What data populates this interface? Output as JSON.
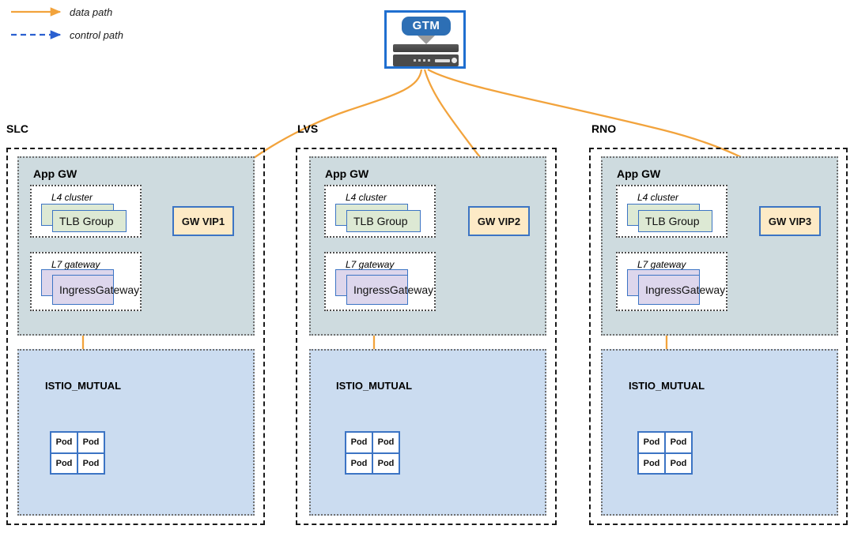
{
  "legend": {
    "items": [
      {
        "label": "data path",
        "style": "solid",
        "color": "#f2a33c",
        "icon": "arrow-right-icon"
      },
      {
        "label": "control path",
        "style": "dashed",
        "color": "#2a5fd0",
        "icon": "arrow-right-icon"
      }
    ]
  },
  "gtm": {
    "label": "GTM",
    "icon": "server-appliance-icon",
    "border_color": "#1f6fd0",
    "bubble_color": "#2d6fb5"
  },
  "colors": {
    "data_path": "#f2a33c",
    "control_path": "#2a5fd0",
    "appgw_fill": "#cedbdf",
    "istio_fill": "#cbdcf0",
    "tlb_fill": "#dde9d4",
    "ingress_fill": "#ddd6ec",
    "vip_fill": "#fdeac6",
    "node_border": "#3c74c4"
  },
  "common": {
    "appgw_title": "App GW",
    "l4_title": "L4 cluster",
    "l7_title": "L7 gateway",
    "tlb_label": "TLB Group",
    "ingress_label": "IngressGateway",
    "istio_label": "ISTIO_MUTUAL",
    "pod_label": "Pod",
    "pod_count": 4
  },
  "regions": [
    {
      "name": "SLC",
      "appgw_title": "App GW",
      "l4_title": "L4 cluster",
      "l7_title": "L7 gateway",
      "tlb_label": "TLB Group",
      "ingress_label": "IngressGateway",
      "vip_label": "GW VIP1",
      "istio_label": "ISTIO_MUTUAL",
      "pods": [
        "Pod",
        "Pod",
        "Pod",
        "Pod"
      ]
    },
    {
      "name": "LVS",
      "appgw_title": "App GW",
      "l4_title": "L4 cluster",
      "l7_title": "L7 gateway",
      "tlb_label": "TLB Group",
      "ingress_label": "IngressGateway",
      "vip_label": "GW VIP2",
      "istio_label": "ISTIO_MUTUAL",
      "pods": [
        "Pod",
        "Pod",
        "Pod",
        "Pod"
      ]
    },
    {
      "name": "RNO",
      "appgw_title": "App GW",
      "l4_title": "L4 cluster",
      "l7_title": "L7 gateway",
      "tlb_label": "TLB Group",
      "ingress_label": "IngressGateway",
      "vip_label": "GW VIP3",
      "istio_label": "ISTIO_MUTUAL",
      "pods": [
        "Pod",
        "Pod",
        "Pod",
        "Pod"
      ]
    }
  ]
}
